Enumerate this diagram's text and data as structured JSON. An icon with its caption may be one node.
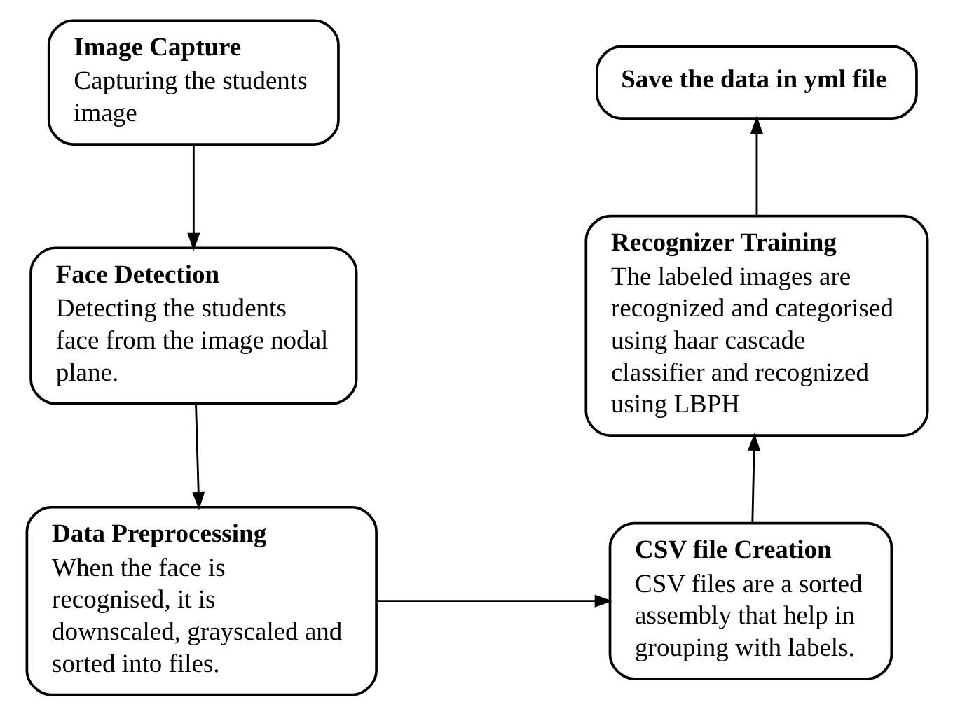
{
  "diagram": {
    "nodes": [
      {
        "text": [
          "Image Capture",
          "Capturing the students image"
        ]
      },
      {
        "text": [
          "Face Detection",
          "Detecting the students face from the image nodal plane."
        ]
      },
      {
        "text": [
          "Data Preprocessing",
          "When the face is recognised, it is downscaled, grayscaled and sorted into files."
        ]
      },
      {
        "text": [
          "CSV file Creation",
          "CSV files are a sorted assembly that help in grouping with labels."
        ]
      },
      {
        "text": [
          "Recognizer Training",
          "The labeled images are recognized and categorised using haar cascade classifier and recognized using LBPH"
        ]
      },
      {
        "text": [
          "Save the data in yml file"
        ]
      }
    ],
    "edges": [
      {
        "from": 0,
        "to": 1,
        "arrow": "to"
      },
      {
        "from": 1,
        "to": 2,
        "arrow": "to"
      },
      {
        "from": 2,
        "to": 3,
        "arrow": "to"
      },
      {
        "from": 3,
        "to": 4,
        "arrow": "to"
      },
      {
        "from": 4,
        "to": 5,
        "arrow": "to"
      }
    ]
  }
}
